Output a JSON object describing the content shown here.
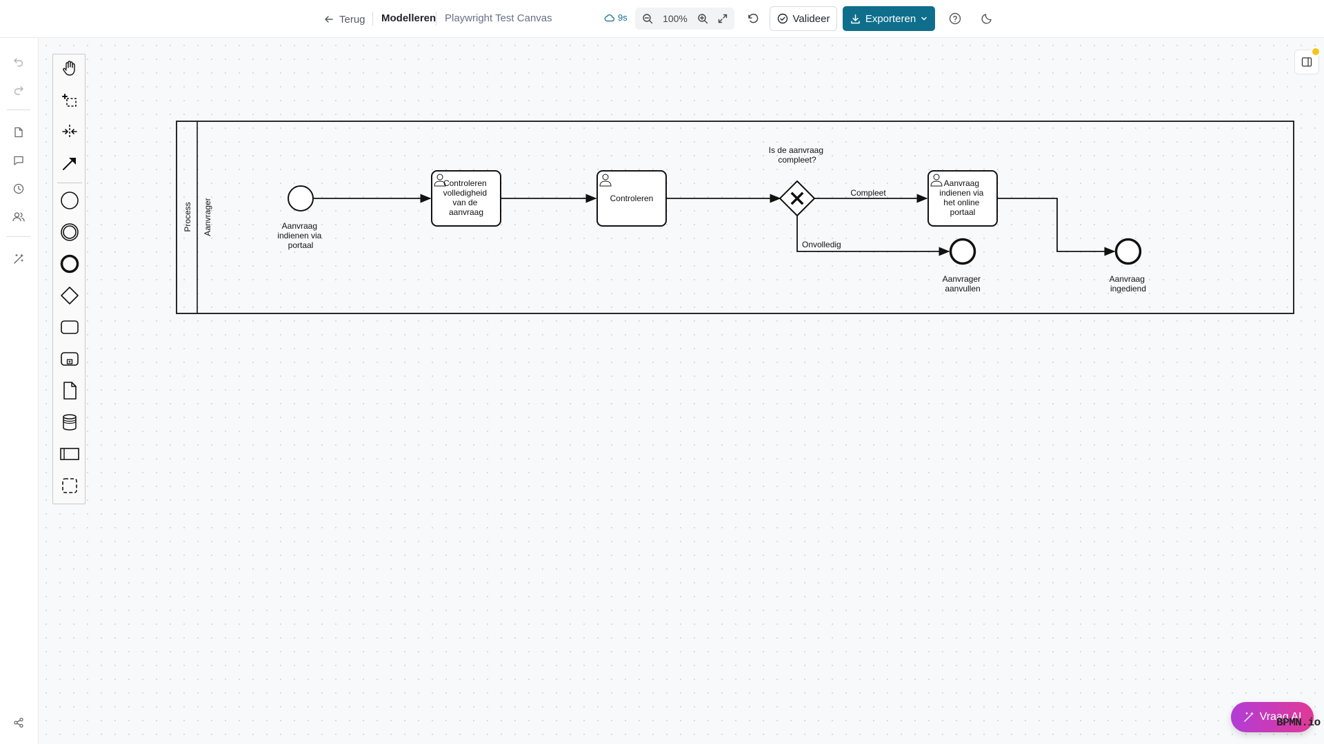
{
  "header": {
    "back_label": "Terug",
    "mode_label": "Modelleren",
    "document_name": "Playwright Test Canvas",
    "save_status": "9s",
    "zoom_level": "100%",
    "validate_label": "Valideer",
    "export_label": "Exporteren",
    "accent_color": "#0f6e8c"
  },
  "leftrail": {
    "items": [
      "undo-icon",
      "redo-icon",
      "document-icon",
      "comment-icon",
      "history-icon",
      "users-icon",
      "magic-wand-icon",
      "share-icon"
    ]
  },
  "palette": {
    "tools": [
      "hand-tool",
      "lasso-tool",
      "space-tool",
      "connect-tool",
      "start-event",
      "intermediate-event",
      "end-event",
      "gateway",
      "task",
      "subprocess",
      "data-object",
      "data-store",
      "pool",
      "group"
    ]
  },
  "diagram": {
    "pool_label": "Process",
    "lane_label": "Aanvrager",
    "start_event": {
      "line1": "Aanvraag",
      "line2": "indienen via",
      "line3": "portaal"
    },
    "task1": {
      "line1": "Controleren",
      "line2": "volledigheid",
      "line3": "van de",
      "line4": "aanvraag"
    },
    "task2": {
      "line1": "Controleren"
    },
    "gateway": {
      "line1": "Is de aanvraag",
      "line2": "compleet?"
    },
    "flow_complete": "Compleet",
    "flow_incomplete": "Onvolledig",
    "task3": {
      "line1": "Aanvraag",
      "line2": "indienen via",
      "line3": "het online",
      "line4": "portaal"
    },
    "end_event1": {
      "line1": "Aanvrager",
      "line2": "aanvullen"
    },
    "end_event2": {
      "line1": "Aanvraag",
      "line2": "ingediend"
    }
  },
  "ai_button_label": "Vraag AI",
  "watermark": "BPMN.io"
}
